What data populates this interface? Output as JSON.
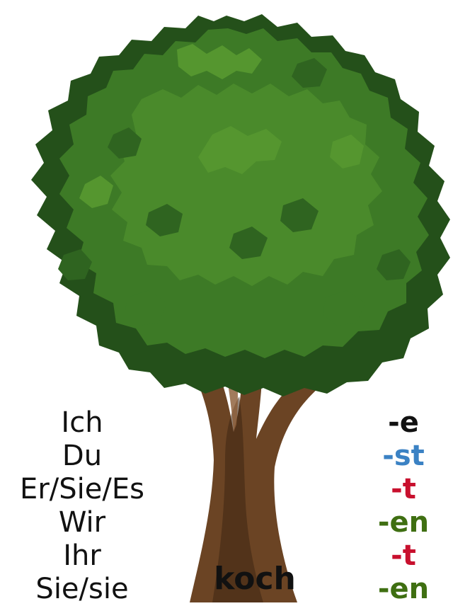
{
  "stem": "koch",
  "pronouns": [
    "Ich",
    "Du",
    "Er/Sie/Es",
    "Wir",
    "Ihr",
    "Sie/sie"
  ],
  "endings": [
    {
      "text": "-e",
      "color": "#111111"
    },
    {
      "text": "-st",
      "color": "#3b82c4"
    },
    {
      "text": "-t",
      "color": "#c8102e"
    },
    {
      "text": "-en",
      "color": "#3f6f12"
    },
    {
      "text": "-t",
      "color": "#c8102e"
    },
    {
      "text": "-en",
      "color": "#3f6f12"
    }
  ],
  "colors": {
    "foliage_dark": "#24501a",
    "foliage_mid": "#3d7a26",
    "foliage_light": "#55962f",
    "trunk_dark": "#3e2613",
    "trunk_mid": "#6b4424",
    "trunk_light": "#8a5a33"
  },
  "icons": [
    "tree-illustration"
  ]
}
